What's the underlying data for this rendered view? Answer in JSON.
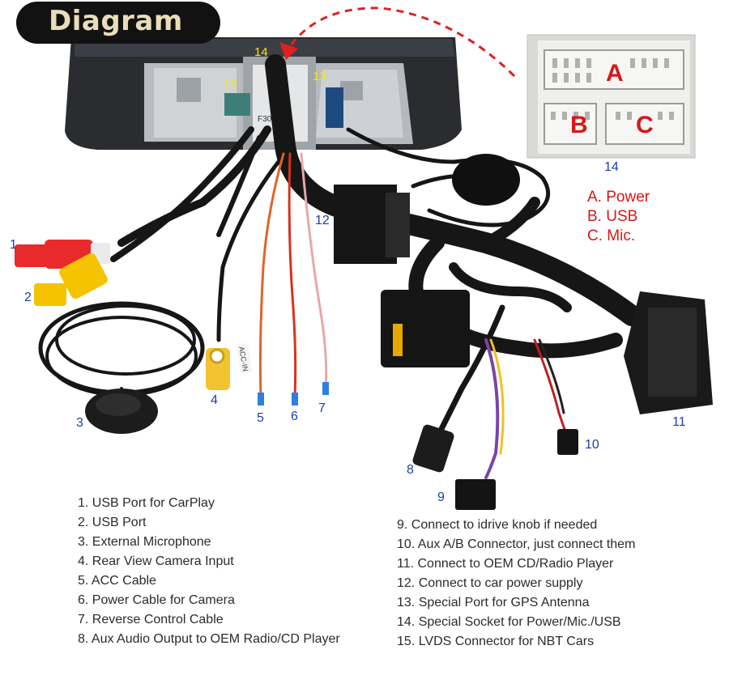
{
  "title": "Diagram",
  "numbers": {
    "n1": "1",
    "n2": "2",
    "n3": "3",
    "n4": "4",
    "n5": "5",
    "n6": "6",
    "n7": "7",
    "n8": "8",
    "n9": "9",
    "n10": "10",
    "n11": "11",
    "n12": "12",
    "n13": "13",
    "n14": "14",
    "n15": "15",
    "n14_inset": "14"
  },
  "connector": {
    "a": "A",
    "b": "B",
    "c": "C",
    "legend": [
      "A. Power",
      "B. USB",
      "C. Mic."
    ]
  },
  "wire_labels": {
    "acc_in": "ACC-IN"
  },
  "head_unit_label": "F30 NB",
  "list_left": [
    "1. USB Port for CarPlay",
    "2. USB Port",
    "3. External Microphone",
    "4. Rear View Camera Input",
    "5. ACC Cable",
    "6. Power Cable for Camera",
    "7. Reverse Control Cable",
    "8. Aux Audio Output to OEM Radio/CD Player"
  ],
  "list_right": [
    "9. Connect to idrive knob if needed",
    "10. Aux A/B Connector, just connect them",
    "11. Connect to OEM CD/Radio Player",
    "12. Connect to car power supply",
    "13. Special Port for GPS Antenna",
    "14. Special Socket for Power/Mic./USB",
    "15. LVDS Connector for NBT Cars"
  ],
  "colors": {
    "accent_red": "#d81717",
    "label_blue": "#1a3fb0",
    "badge_bg": "#121212",
    "badge_text": "#e9dcb8",
    "marker_yellow": "#f3e70c"
  }
}
